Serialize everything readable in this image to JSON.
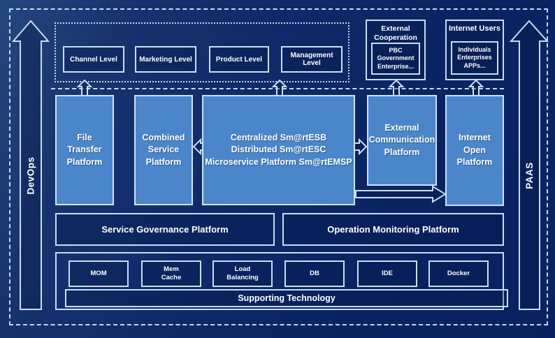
{
  "colors": {
    "background": "#0c2a66",
    "platform_fill": "#4a86c9",
    "border_light": "#c9def4",
    "text": "#ffffff"
  },
  "side_rails": {
    "left_label": "DevOps",
    "right_label": "PAAS"
  },
  "top_section": {
    "levels": [
      "Channel Level",
      "Marketing Level",
      "Product Level",
      "Management Level"
    ],
    "external_cooperation": {
      "title_lines": [
        "External",
        "Cooperation"
      ],
      "member_lines": [
        "PBC Government",
        "Enterprise..."
      ]
    },
    "internet_users": {
      "title": "Internet Users",
      "member_lines": [
        "Individuals",
        "Enterprises",
        "APPs..."
      ]
    }
  },
  "middle_section": {
    "platforms": [
      {
        "id": "file-transfer",
        "lines": [
          "File",
          "Transfer",
          "Platform"
        ]
      },
      {
        "id": "combined-service",
        "lines": [
          "Combined",
          "Service",
          "Platform"
        ]
      },
      {
        "id": "esb-core",
        "lines": [
          "Centralized Sm@rtESB",
          "Distributed Sm@rtESC",
          "Microservice Platform Sm@rtEMSP"
        ]
      },
      {
        "id": "external-communication",
        "lines": [
          "External",
          "Communication",
          "Platform"
        ]
      },
      {
        "id": "internet-open",
        "lines": [
          "Internet",
          "Open",
          "Platform"
        ]
      }
    ]
  },
  "governance_row": {
    "left": "Service Governance Platform",
    "right": "Operation Monitoring Platform"
  },
  "supporting_section": {
    "technologies": [
      {
        "lines": [
          "MOM"
        ]
      },
      {
        "lines": [
          "Mem",
          "Cache"
        ]
      },
      {
        "lines": [
          "Load",
          "Balancing"
        ]
      },
      {
        "lines": [
          "DB"
        ]
      },
      {
        "lines": [
          "IDE"
        ]
      },
      {
        "lines": [
          "Docker"
        ]
      }
    ],
    "bar_label": "Supporting Technology"
  }
}
